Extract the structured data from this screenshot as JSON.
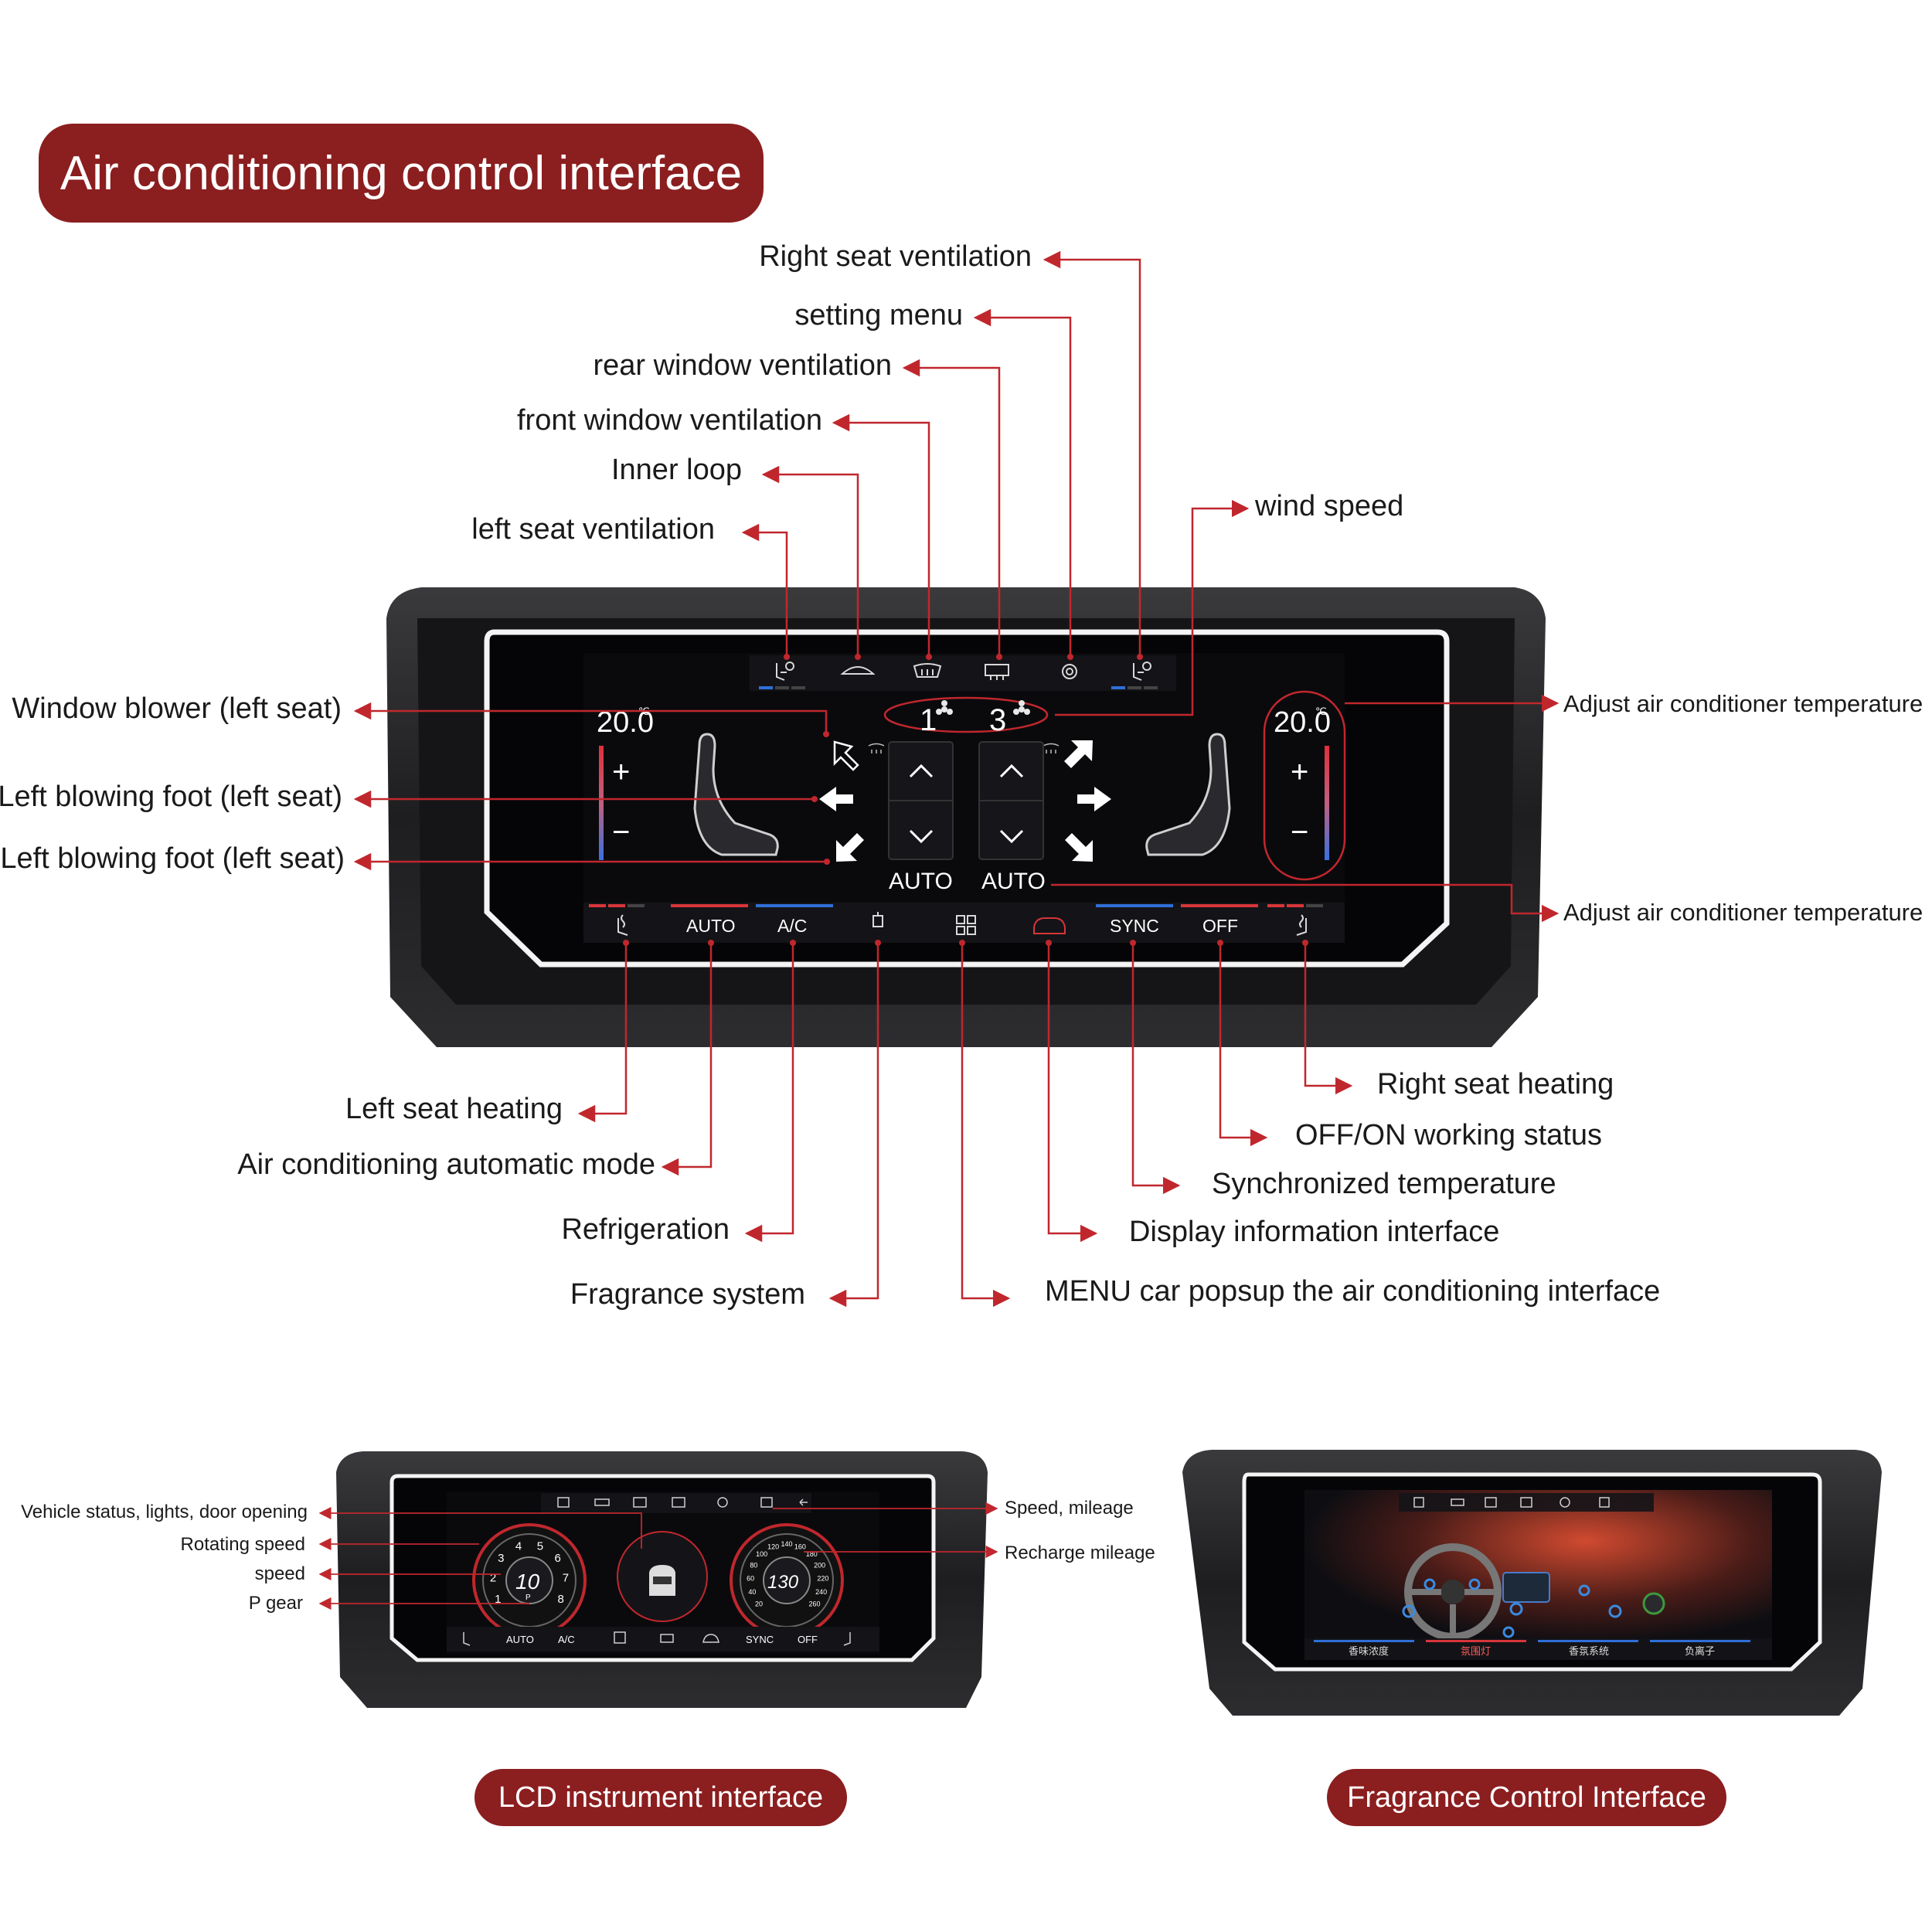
{
  "main_title": "Air conditioning control interface",
  "callouts": {
    "right_seat_ventilation": "Right seat ventilation",
    "setting_menu": "setting menu",
    "rear_window_ventilation": "rear window ventilation",
    "front_window_ventilation": "front window ventilation",
    "inner_loop": "Inner loop",
    "left_seat_ventilation": "left seat ventilation",
    "wind_speed": "wind speed",
    "window_blower_left": "Window blower (left seat)",
    "left_blowing_foot_1": "Left blowing foot (left seat)",
    "left_blowing_foot_2": "Left blowing foot (left seat)",
    "adjust_temp_top": "Adjust air conditioner temperature",
    "adjust_temp_bottom": "Adjust air conditioner temperature",
    "left_seat_heating": "Left seat heating",
    "ac_auto_mode": "Air conditioning automatic mode",
    "refrigeration": "Refrigeration",
    "fragrance_system": "Fragrance system",
    "right_seat_heating": "Right seat heating",
    "off_on_status": "OFF/ON working status",
    "sync_temp": "Synchronized temperature",
    "display_info": "Display information interface",
    "menu_popup": "MENU car popsup the air conditioning interface"
  },
  "screen": {
    "left_temp": "20.0",
    "right_temp": "20.0",
    "temp_unit": "℃",
    "fan_left": "1",
    "fan_right": "3",
    "plus": "+",
    "minus": "−",
    "auto_left": "AUTO",
    "auto_right": "AUTO",
    "bottom_auto": "AUTO",
    "bottom_ac": "A/C",
    "bottom_sync": "SYNC",
    "bottom_off": "OFF"
  },
  "lcd": {
    "title": "LCD instrument interface",
    "labels": {
      "vehicle_status": "Vehicle status, lights, door opening",
      "rotating_speed": "Rotating speed",
      "speed": "speed",
      "p_gear": "P gear",
      "speed_mileage": "Speed, mileage",
      "recharge_mileage": "Recharge mileage"
    },
    "rpm_value": "10",
    "speed_value": "130",
    "gear": "P",
    "rpm_ticks": [
      "1",
      "2",
      "3",
      "4",
      "5",
      "6",
      "7",
      "8"
    ],
    "speed_ticks": [
      "20",
      "40",
      "60",
      "80",
      "100",
      "120",
      "140",
      "160",
      "180",
      "200",
      "220",
      "240",
      "260"
    ],
    "bottom_auto": "AUTO",
    "bottom_ac": "A/C",
    "bottom_sync": "SYNC",
    "bottom_off": "OFF"
  },
  "fragrance": {
    "title": "Fragrance Control Interface",
    "tabs": [
      "香味浓度",
      "氛围灯",
      "香氛系统",
      "负离子"
    ]
  },
  "colors": {
    "accent_red": "#8b1e1f",
    "arrow_red": "#c0272d",
    "tab_blue": "#2f6fd8",
    "tab_red": "#d8353a"
  }
}
